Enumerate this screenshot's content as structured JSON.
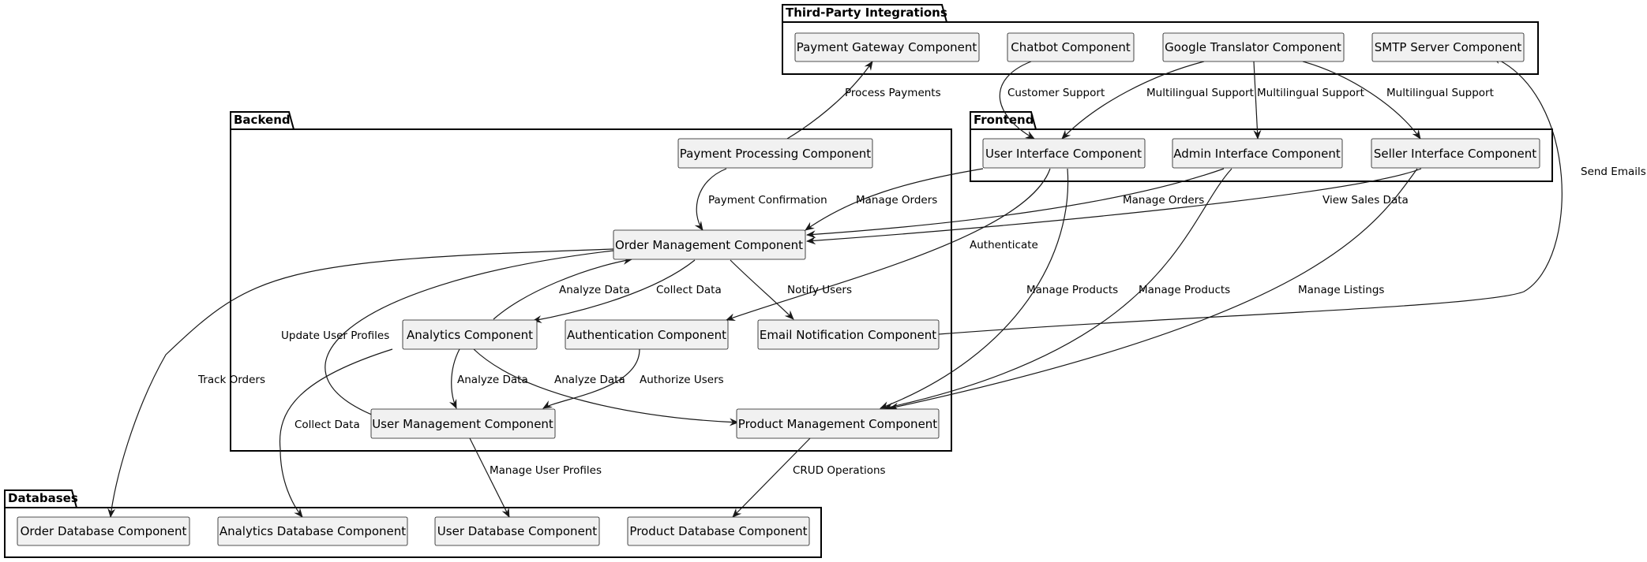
{
  "packages": {
    "third_party": "Third-Party Integrations",
    "backend": "Backend",
    "frontend": "Frontend",
    "databases": "Databases"
  },
  "components": {
    "payment_gateway": "Payment Gateway Component",
    "chatbot": "Chatbot Component",
    "google_translator": "Google Translator Component",
    "smtp_server": "SMTP Server Component",
    "payment_processing": "Payment Processing Component",
    "order_management": "Order Management Component",
    "analytics": "Analytics Component",
    "authentication": "Authentication Component",
    "email_notification": "Email Notification Component",
    "user_management": "User Management Component",
    "product_management": "Product Management Component",
    "user_interface": "User Interface Component",
    "admin_interface": "Admin Interface Component",
    "seller_interface": "Seller Interface Component",
    "order_db": "Order Database Component",
    "analytics_db": "Analytics Database Component",
    "user_db": "User Database Component",
    "product_db": "Product Database Component"
  },
  "edges": {
    "process_payments": "Process Payments",
    "customer_support": "Customer Support",
    "multilingual_1": "Multilingual Support",
    "multilingual_2": "Multilingual Support",
    "multilingual_3": "Multilingual Support",
    "payment_confirmation": "Payment Confirmation",
    "ui_manage_orders": "Manage Orders",
    "admin_manage_orders": "Manage Orders",
    "view_sales_data": "View Sales Data",
    "send_emails": "Send Emails",
    "authenticate": "Authenticate",
    "ui_manage_products": "Manage Products",
    "admin_manage_products": "Manage Products",
    "manage_listings": "Manage Listings",
    "analyze_data_order": "Analyze Data",
    "collect_data": "Collect Data",
    "notify_users": "Notify Users",
    "update_user_profiles": "Update User Profiles",
    "track_orders": "Track Orders",
    "analyze_data_user": "Analyze Data",
    "analyze_data_product": "Analyze Data",
    "authorize_users": "Authorize Users",
    "collect_data_db": "Collect Data",
    "manage_user_profiles": "Manage User Profiles",
    "crud_operations": "CRUD Operations"
  }
}
